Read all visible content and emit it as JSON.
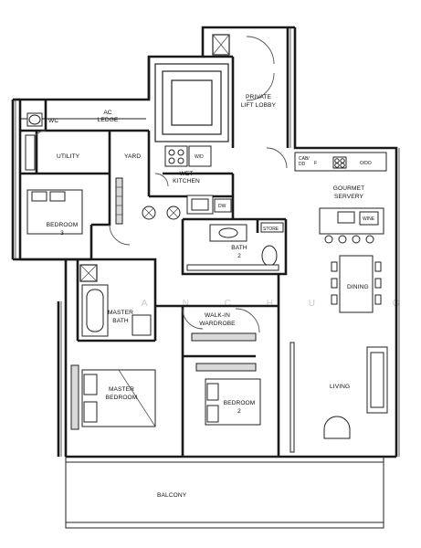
{
  "rooms": {
    "ac_ledge": [
      "AC",
      "LEDGE"
    ],
    "wc": "WC",
    "utility": "UTILITY",
    "yard": "YARD",
    "wet_kitchen": [
      "WET",
      "KITCHEN"
    ],
    "private_lift_lobby": [
      "PRIVATE",
      "LIFT LOBBY"
    ],
    "gourmet_servery": [
      "GOURMET",
      "SERVERY"
    ],
    "bedroom_3": [
      "BEDROOM",
      "3"
    ],
    "bath_2": [
      "BATH",
      "2"
    ],
    "store": "STORE",
    "dining": "DINING",
    "master_bath": [
      "MASTER",
      "BATH"
    ],
    "walk_in_wardrobe": [
      "WALK-IN",
      "WARDROBE"
    ],
    "master_bedroom": [
      "MASTER",
      "BEDROOM"
    ],
    "bedroom_2": [
      "BEDROOM",
      "2"
    ],
    "living": "LIVING",
    "balcony": "BALCONY"
  },
  "appliances": {
    "wd": "W/D",
    "dw": "DW",
    "cab_dd": [
      "CAB/",
      "DD"
    ],
    "f": "F",
    "o_do": "O/DO",
    "wine": "WINE"
  },
  "watermark": "V A N   C H U N G"
}
